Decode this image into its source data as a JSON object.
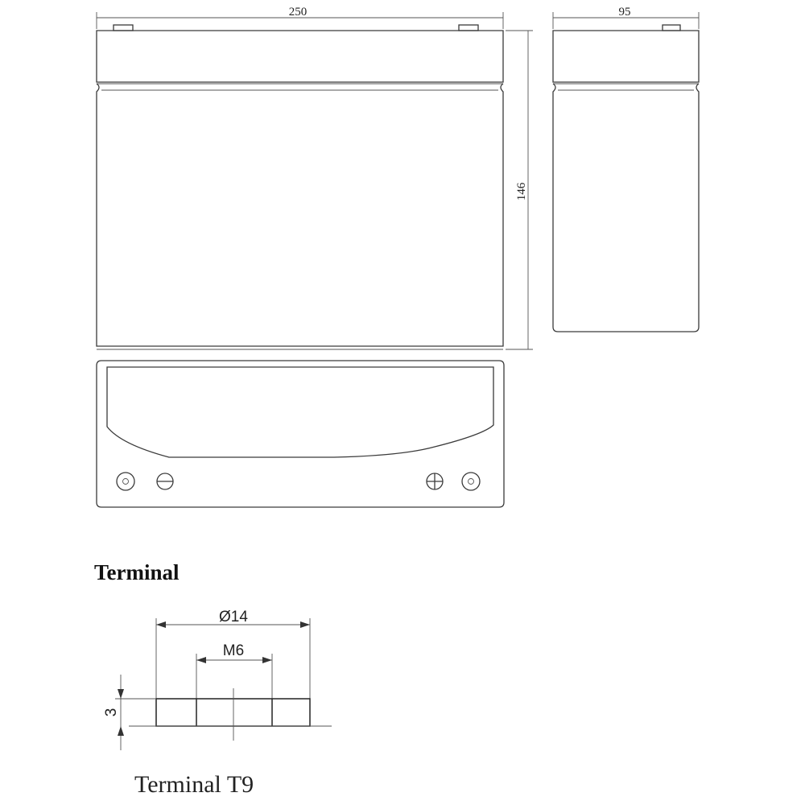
{
  "dimensions": {
    "length": "250",
    "width": "95",
    "height": "146"
  },
  "terminal": {
    "heading": "Terminal",
    "caption": "Terminal T9",
    "outer_diameter": "Ø14",
    "thread": "M6",
    "height": "3"
  }
}
